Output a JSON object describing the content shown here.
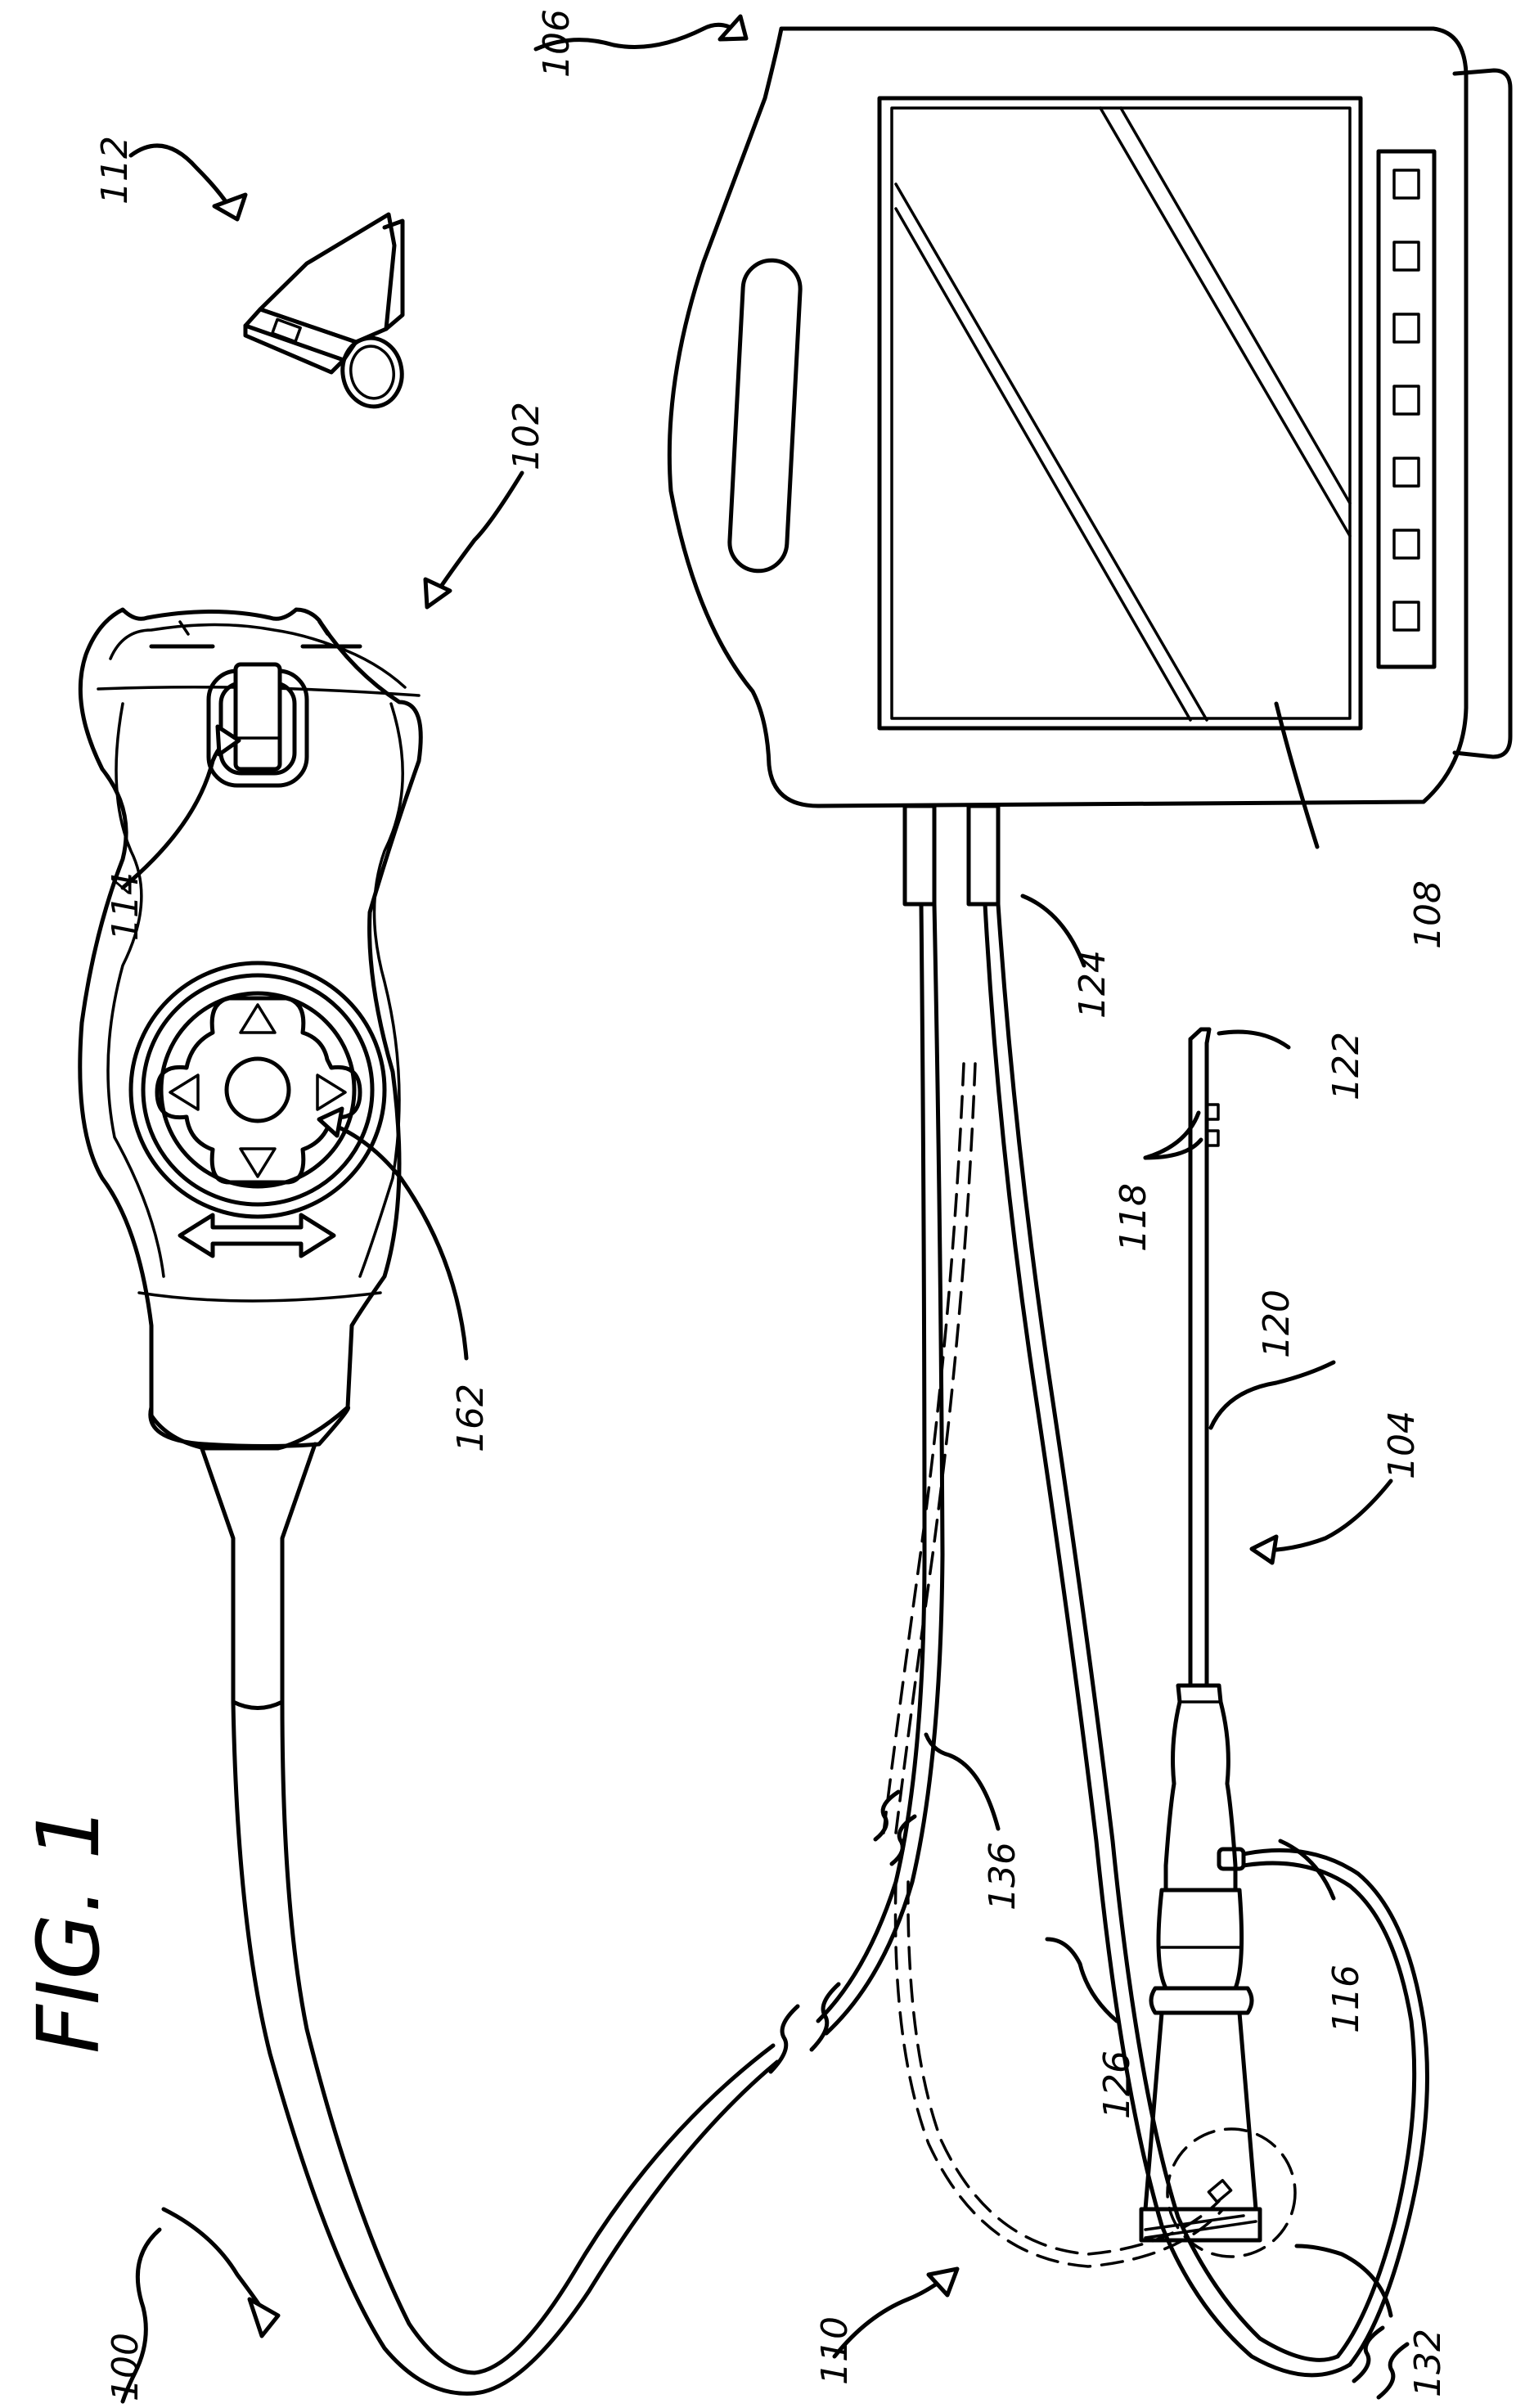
{
  "figure": {
    "title": "FIG. 1"
  },
  "labels": {
    "system": "100",
    "handle": "102",
    "needle_assembly": "104",
    "monitor": "106",
    "screen": "108",
    "cabling": "110",
    "clip": "112",
    "toggle": "114",
    "hub": "116",
    "sensors": "118",
    "shaft": "120",
    "tip": "122",
    "connector": "124",
    "cable": "126",
    "detail": "132",
    "dashed_cable": "136",
    "dpad": "162"
  }
}
